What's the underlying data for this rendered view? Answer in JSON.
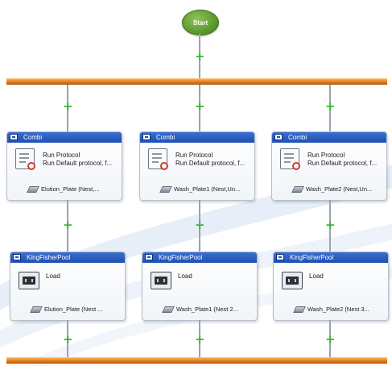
{
  "start": {
    "label": "Start"
  },
  "top_row": [
    {
      "header": "Combi",
      "line1": "Run Protocol",
      "line2": "Run Default protocol, f...",
      "plate": "Elution_Plate (Nest,..."
    },
    {
      "header": "Combi",
      "line1": "Run Protocol",
      "line2": "Run Default protocol, f...",
      "plate": "Wash_Plate1 (Nest,Un..."
    },
    {
      "header": "Combi",
      "line1": "Run Protocol",
      "line2": "Run Default protocol, f...",
      "plate": "Wash_Plate2 (Nest,Un..."
    }
  ],
  "bottom_row": [
    {
      "header": "KingFisherPool",
      "line1": "Load",
      "plate": "Elution_Plate (Nest ..."
    },
    {
      "header": "KingFisherPool",
      "line1": "Load",
      "plate": "Wash_Plate1 (Nest 2..."
    },
    {
      "header": "KingFisherPool",
      "line1": "Load",
      "plate": "Wash_Plate2 (Nest 3..."
    }
  ],
  "colors": {
    "start": "#5c9a2c",
    "bar": "#e47b12",
    "header": "#2a5cc4",
    "plus": "#3fb53a"
  },
  "icons": {
    "combi_node": "protocol-document-icon",
    "kingfisher_node": "instrument-device-icon",
    "plate": "plate-icon",
    "connector": "add-step-plus-icon"
  }
}
